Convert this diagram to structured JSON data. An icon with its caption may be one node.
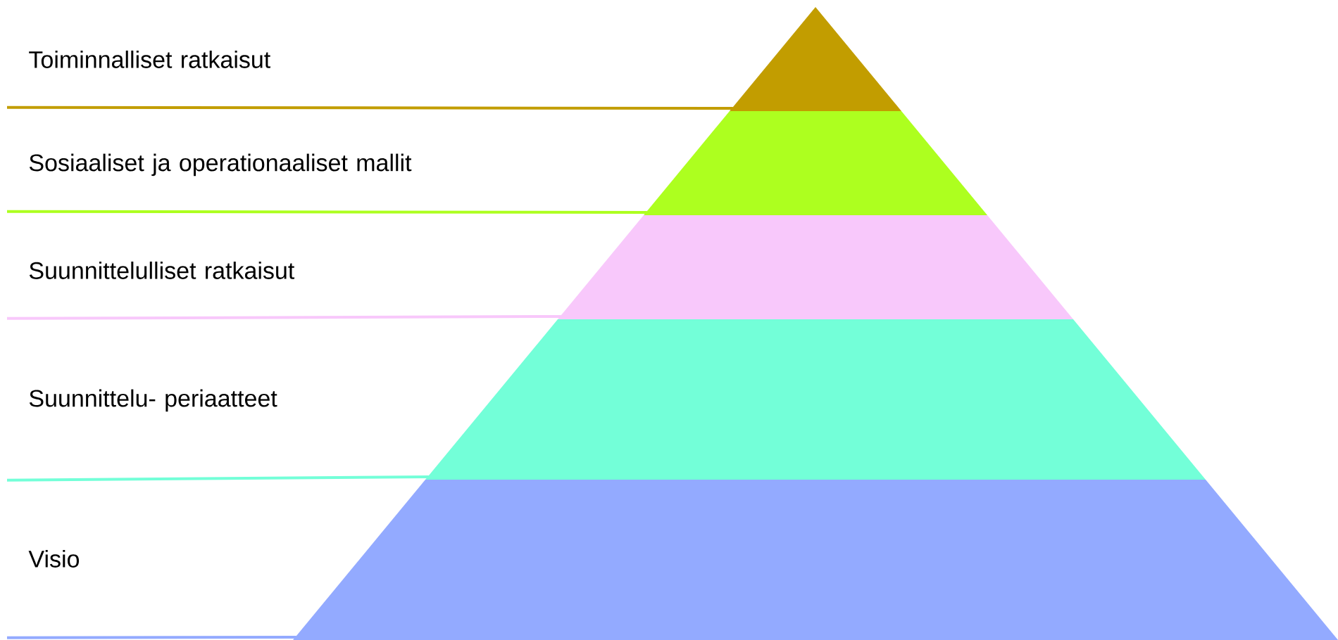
{
  "diagram": {
    "nodes": [
      {
        "text": [
          "Toiminnalliset ratkaisut"
        ]
      },
      {
        "text": [
          "Sosiaaliset ja operationaaliset mallit"
        ]
      },
      {
        "text": [
          "Suunnittelulliset ratkaisut"
        ]
      },
      {
        "text": [
          "Suunnittelu- periaatteet"
        ]
      },
      {
        "text": [
          "Visio"
        ]
      },
      {
        "text": [],
        "shape": "triangle"
      },
      {
        "text": [],
        "shape": "trapezoid"
      },
      {
        "text": [],
        "shape": "trapezoid"
      },
      {
        "text": [],
        "shape": "trapezoid"
      },
      {
        "text": [],
        "shape": "trapezoid"
      }
    ],
    "edges": [
      {
        "from": 0,
        "to": 5,
        "arrow": "none",
        "color": "#c29d00"
      },
      {
        "from": 1,
        "to": 6,
        "arrow": "none",
        "color": "#adff1f"
      },
      {
        "from": 2,
        "to": 7,
        "arrow": "none",
        "color": "#f8c8fb"
      },
      {
        "from": 3,
        "to": 8,
        "arrow": "none",
        "color": "#73ffd8"
      },
      {
        "from": 4,
        "to": 9,
        "arrow": "none",
        "color": "#93aaff"
      }
    ]
  }
}
